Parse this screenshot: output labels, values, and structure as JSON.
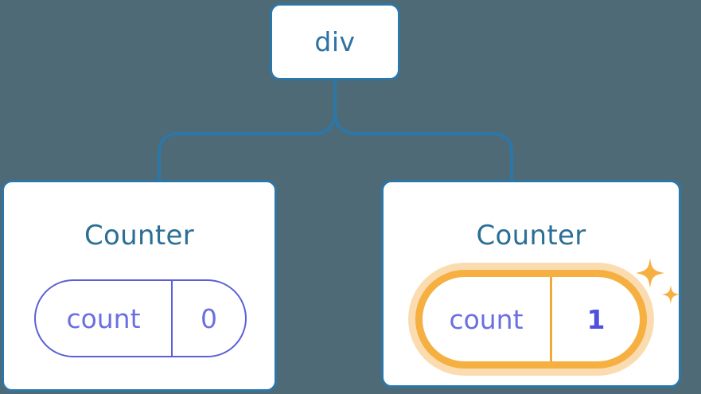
{
  "diagram": {
    "type": "component-tree",
    "background_color": "#4d6a76",
    "node_border_color": "#2d77a8",
    "connector_color": "#2d77a8",
    "root": {
      "label": "div"
    },
    "children": [
      {
        "title": "Counter",
        "state": {
          "key": "count",
          "value": "0",
          "highlighted": false,
          "border_color": "#5b5fd6",
          "text_color": "#6b70e0"
        },
        "sparkles": false
      },
      {
        "title": "Counter",
        "state": {
          "key": "count",
          "value": "1",
          "highlighted": true,
          "border_color": "#f5b041",
          "glow_color": "#fbdcb0",
          "text_color": "#4f4fe0"
        },
        "sparkles": true
      }
    ],
    "title_color": "#2b6e96",
    "root_label_color": "#2e72a4",
    "sparkle_color": "#f5b041",
    "icons": {
      "sparkle_large": "sparkle-icon",
      "sparkle_small": "sparkle-icon"
    }
  }
}
